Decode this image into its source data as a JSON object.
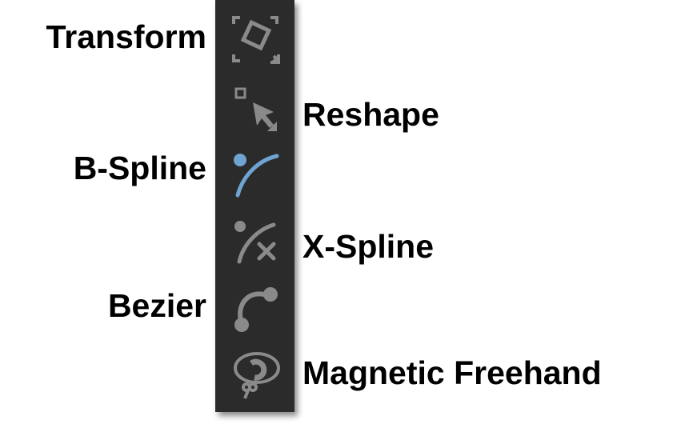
{
  "tools": [
    {
      "id": "transform",
      "label": "Transform",
      "icon": "transform-icon",
      "color": "#8a8a8a"
    },
    {
      "id": "reshape",
      "label": "Reshape",
      "icon": "reshape-icon",
      "color": "#8a8a8a"
    },
    {
      "id": "b-spline",
      "label": "B-Spline",
      "icon": "b-spline-icon",
      "color": "#6fa3d2",
      "active": true
    },
    {
      "id": "x-spline",
      "label": "X-Spline",
      "icon": "x-spline-icon",
      "color": "#8a8a8a"
    },
    {
      "id": "bezier",
      "label": "Bezier",
      "icon": "bezier-icon",
      "color": "#8a8a8a"
    },
    {
      "id": "magnetic-freehand",
      "label": "Magnetic Freehand",
      "icon": "magnetic-freehand-icon",
      "color": "#8a8a8a"
    }
  ]
}
